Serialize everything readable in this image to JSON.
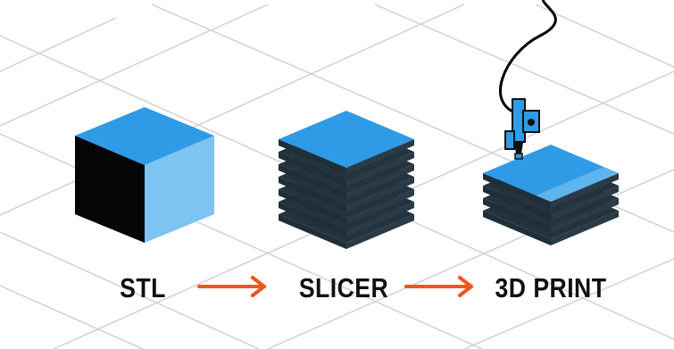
{
  "steps": [
    {
      "label": "STL"
    },
    {
      "label": "SLICER"
    },
    {
      "label": "3D PRINT"
    }
  ],
  "colors": {
    "top_face": "#2f9be6",
    "light_face": "#7ec4f3",
    "dark_face": "#050505",
    "layer_dark": "#1f2f3a",
    "layer_top": "#2f9be6",
    "arrow": "#f2561d",
    "grid": "#c8c8c8",
    "cable": "#000000",
    "print_head": "#2f9be6"
  },
  "icons": [
    "stl-cube-icon",
    "sliced-layers-icon",
    "3d-printer-head-icon",
    "right-arrow-icon"
  ]
}
